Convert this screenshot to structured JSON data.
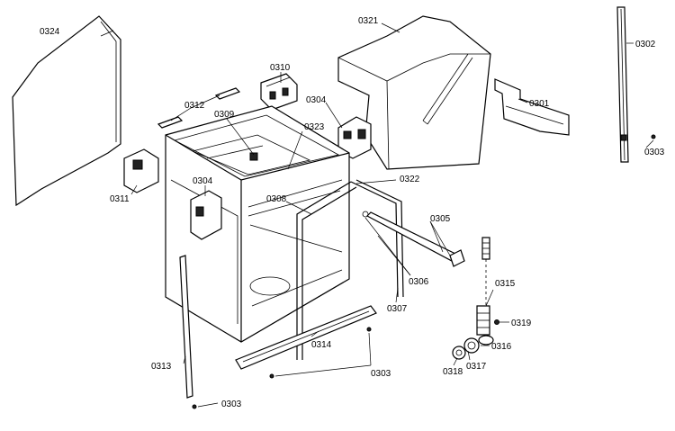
{
  "part_labels": {
    "p0324": "0324",
    "p0321": "0321",
    "p0302": "0302",
    "p0310": "0310",
    "p0312": "0312",
    "p0309": "0309",
    "p0304a": "0304",
    "p0323": "0323",
    "p0301": "0301",
    "p0303a": "0303",
    "p0311": "0311",
    "p0304b": "0304",
    "p0322": "0322",
    "p0308": "0308",
    "p0305": "0305",
    "p0306": "0306",
    "p0307": "0307",
    "p0315": "0315",
    "p0319": "0319",
    "p0314": "0314",
    "p0316": "0316",
    "p0317": "0317",
    "p0318": "0318",
    "p0313": "0313",
    "p0303b": "0303",
    "p0303c": "0303"
  }
}
